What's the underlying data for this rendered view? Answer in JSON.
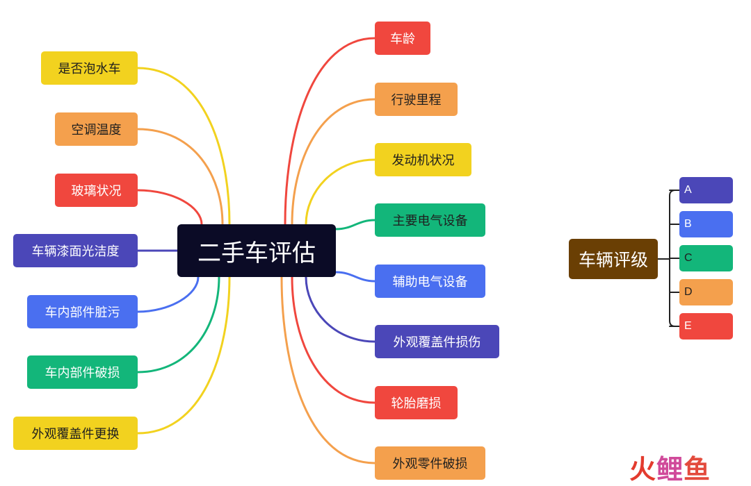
{
  "center": {
    "label": "二手车评估",
    "color": "#0b0b26"
  },
  "left_branches": [
    {
      "label": "是否泡水车",
      "color": "#f2d21f",
      "line_color": "#f2d21f"
    },
    {
      "label": "空调温度",
      "color": "#f4a04d",
      "line_color": "#f4a04d"
    },
    {
      "label": "玻璃状况",
      "color": "#f0473e",
      "line_color": "#f0473e"
    },
    {
      "label": "车辆漆面光洁度",
      "color": "#4b47b8",
      "line_color": "#4b47b8"
    },
    {
      "label": "车内部件脏污",
      "color": "#4a6ff0",
      "line_color": "#4a6ff0"
    },
    {
      "label": "车内部件破损",
      "color": "#13b67a",
      "line_color": "#13b67a"
    },
    {
      "label": "外观覆盖件更换",
      "color": "#f2d21f",
      "line_color": "#f2d21f"
    }
  ],
  "right_branches": [
    {
      "label": "车龄",
      "color": "#f0473e",
      "line_color": "#f0473e"
    },
    {
      "label": "行驶里程",
      "color": "#f4a04d",
      "line_color": "#f4a04d"
    },
    {
      "label": "发动机状况",
      "color": "#f2d21f",
      "line_color": "#f2d21f"
    },
    {
      "label": "主要电气设备",
      "color": "#13b67a",
      "line_color": "#13b67a"
    },
    {
      "label": "辅助电气设备",
      "color": "#4a6ff0",
      "line_color": "#4a6ff0"
    },
    {
      "label": "外观覆盖件损伤",
      "color": "#4b47b8",
      "line_color": "#4b47b8"
    },
    {
      "label": "轮胎磨损",
      "color": "#f0473e",
      "line_color": "#f0473e"
    },
    {
      "label": "外观零件破损",
      "color": "#f4a04d",
      "line_color": "#f4a04d"
    }
  ],
  "rating": {
    "label": "车辆评级",
    "color": "#6a3f04",
    "grades": [
      {
        "label": "A",
        "color": "#4b47b8"
      },
      {
        "label": "B",
        "color": "#4a6ff0"
      },
      {
        "label": "C",
        "color": "#13b67a"
      },
      {
        "label": "D",
        "color": "#f4a04d"
      },
      {
        "label": "E",
        "color": "#f0473e"
      }
    ]
  },
  "watermark": {
    "part1": "火",
    "part2": "鲤",
    "part3": "鱼"
  }
}
